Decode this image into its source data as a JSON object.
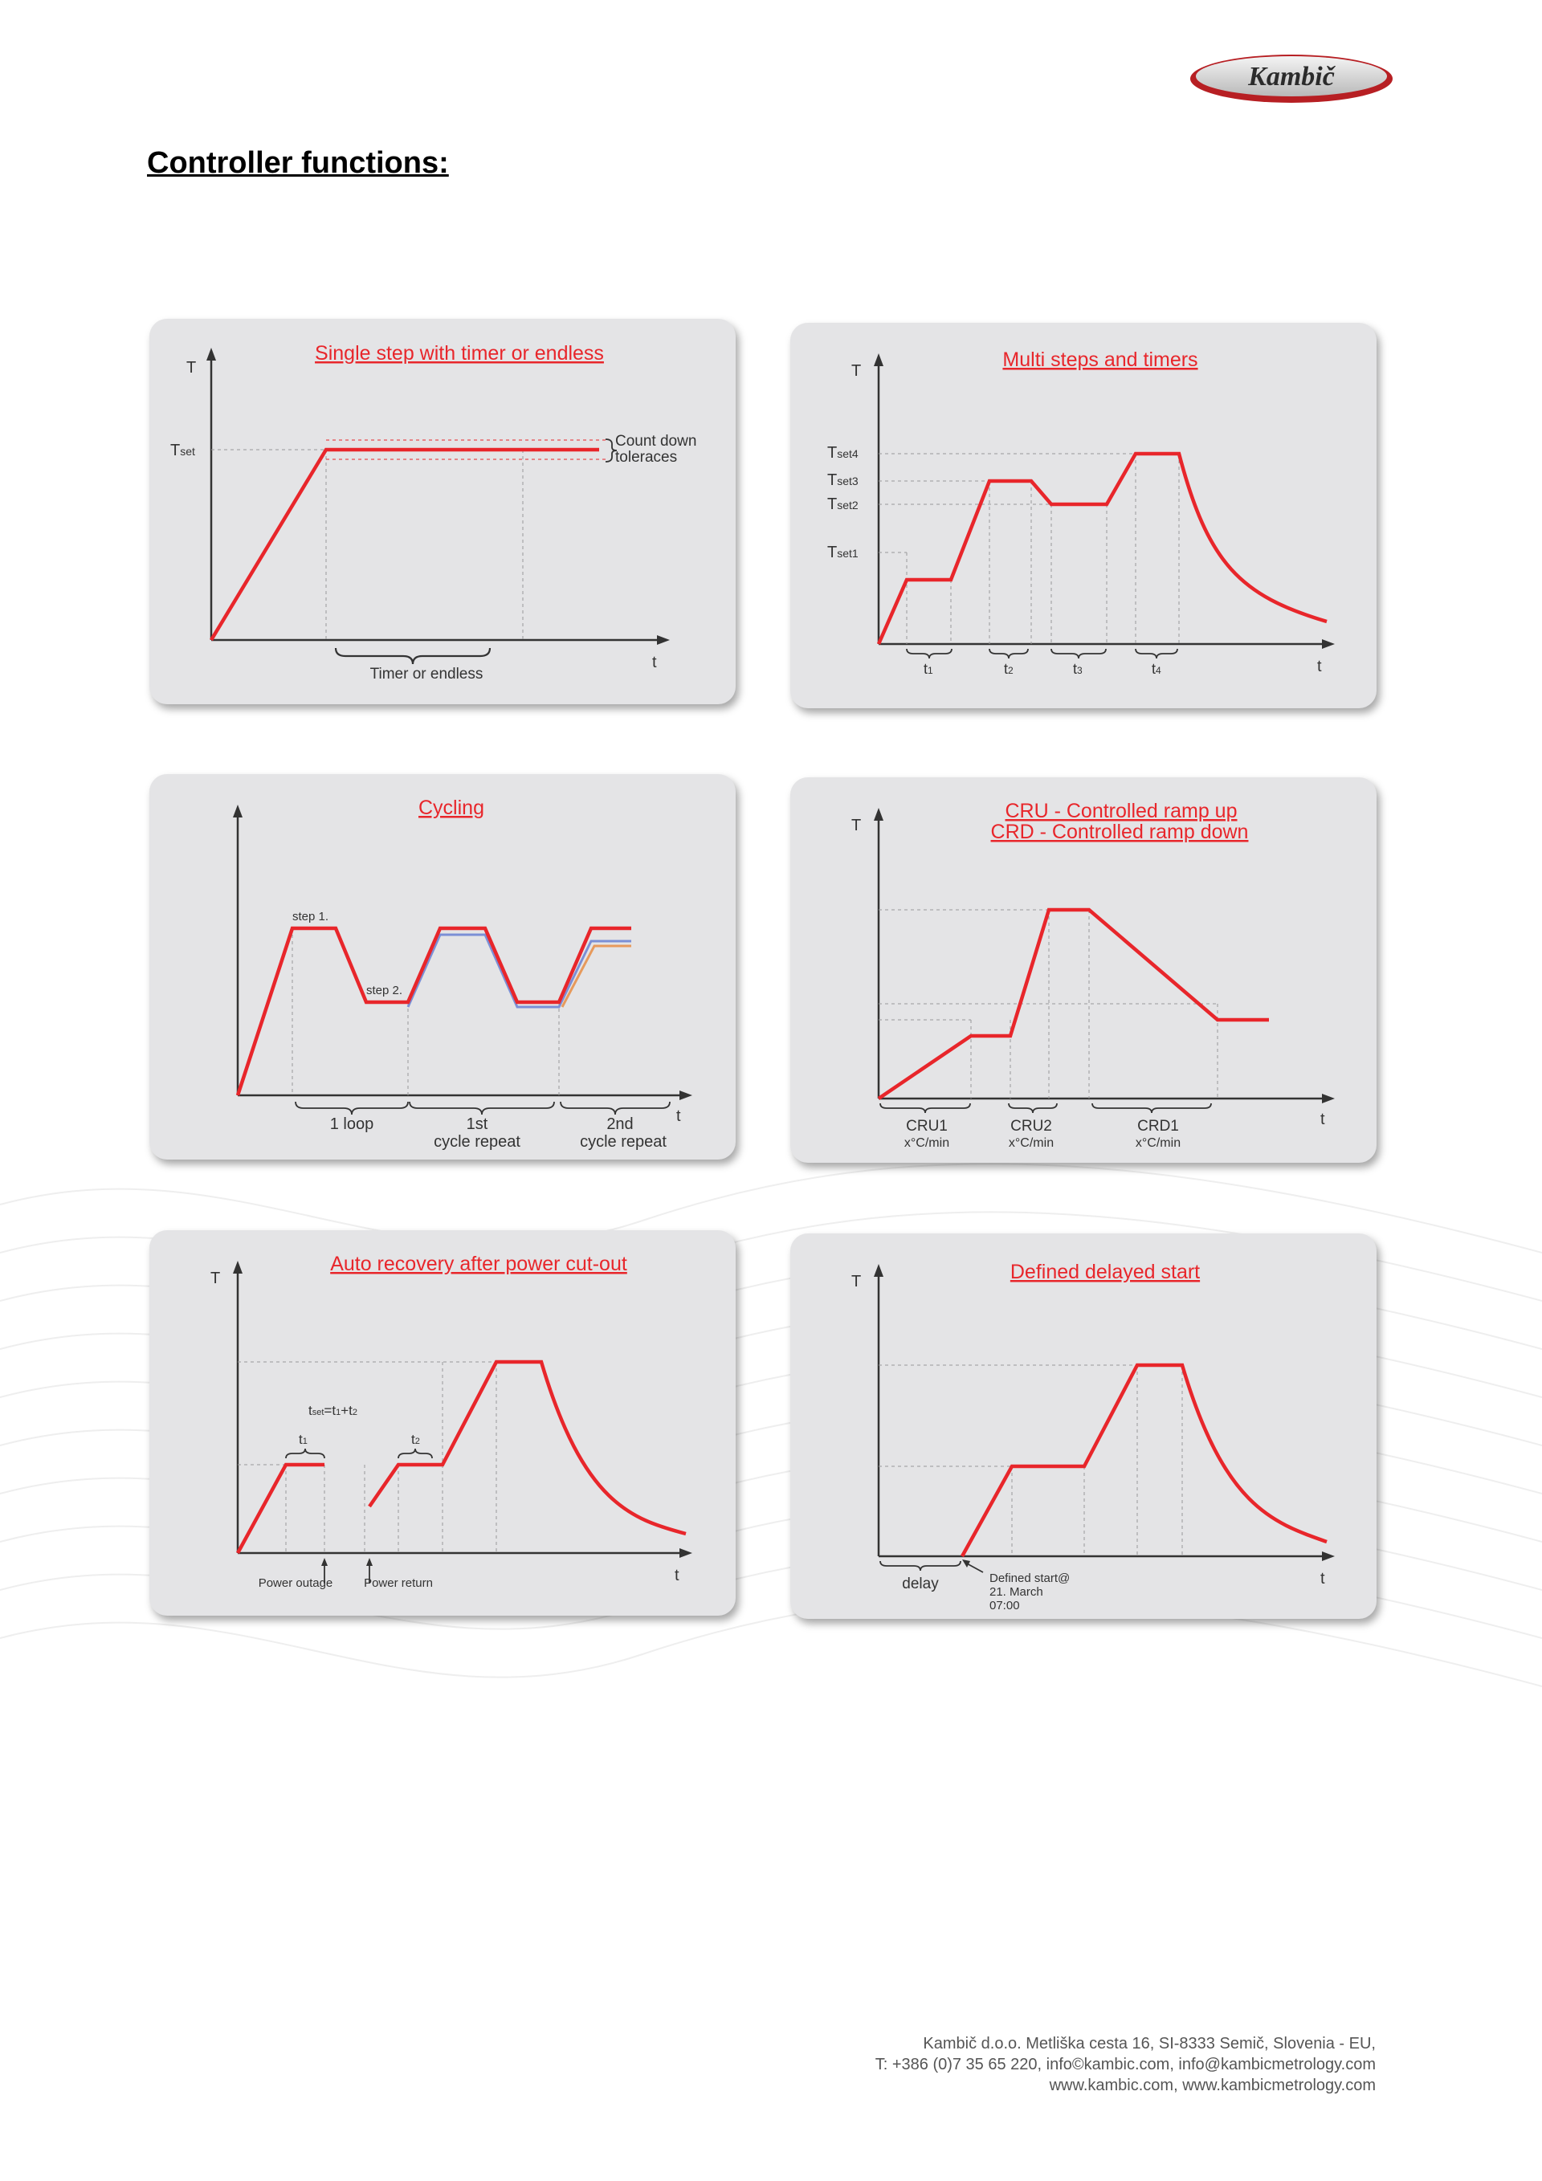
{
  "brand": {
    "logo_text": "Kambič"
  },
  "page_title": "Controller functions:",
  "panels": {
    "single": {
      "title": "Single step with timer or endless",
      "y_axis": "T",
      "x_axis": "t",
      "tset_label": "T",
      "tset_sub": "set",
      "bracket_label": "Timer or endless",
      "tolerance_line1": "Count down",
      "tolerance_line2": "toleraces"
    },
    "multi": {
      "title": "Multi steps and timers",
      "y_axis": "T",
      "x_axis": "t",
      "t_label": "T",
      "set_levels": [
        "set4",
        "set3",
        "set2",
        "set1"
      ],
      "time_main": "t",
      "time_subs": [
        "1",
        "2",
        "3",
        "4"
      ]
    },
    "cycling": {
      "title": "Cycling",
      "x_axis": "t",
      "step1": "step 1.",
      "step2": "step 2.",
      "loop": "1 loop",
      "first_a": "1st",
      "first_b": "cycle repeat",
      "second_a": "2nd",
      "second_b": "cycle repeat"
    },
    "ramp": {
      "title_line1": "CRU - Controlled ramp up",
      "title_line2": "CRD - Controlled ramp down",
      "y_axis": "T",
      "x_axis": "t",
      "cru1": "CRU1",
      "cru2": "CRU2",
      "crd1": "CRD1",
      "rate": "x°C/min"
    },
    "recovery": {
      "title": "Auto recovery after power cut-out",
      "y_axis": "T",
      "x_axis": "t",
      "formula_t": "t",
      "formula_set": "set",
      "formula_rest": "=t",
      "formula_1": "1",
      "formula_plus": "+t",
      "formula_2": "2",
      "t_main": "t",
      "t1_sub": "1",
      "t2_sub": "2",
      "power_outage": "Power outage",
      "power_return": "Power return"
    },
    "delayed": {
      "title": "Defined delayed start",
      "y_axis": "T",
      "x_axis": "t",
      "delay": "delay",
      "start_line1": "Defined start@",
      "start_line2": "21. March",
      "start_line3": "07:00"
    }
  },
  "footer": {
    "line1": "Kambič d.o.o. Metliška cesta 16, SI-8333 Semič, Slovenia - EU,",
    "line2": "T: +386 (0)7 35 65 220, info©kambic.com, info@kambicmetrology.com",
    "line3": "www.kambic.com, www.kambicmetrology.com"
  },
  "colors": {
    "curve": "#e8262b",
    "blue_curve": "#7b8fd6",
    "orange_curve": "#e79a5c",
    "card_bg": "#e4e4e6"
  }
}
